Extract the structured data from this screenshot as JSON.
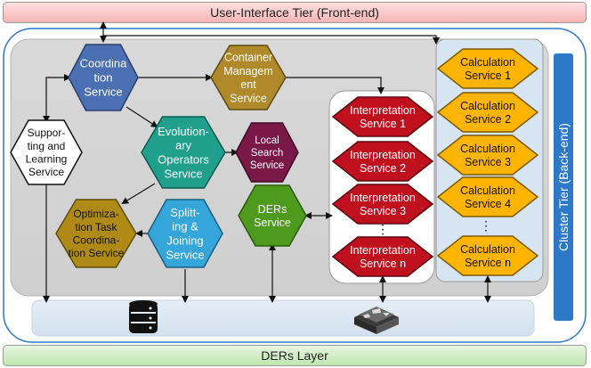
{
  "tiers": {
    "ui": "User-Interface Tier  (Front-end)",
    "ders": "DERs Layer",
    "cluster": "Cluster Tier (Back-end)"
  },
  "services": {
    "coordination": [
      "Coordina",
      "tion",
      "Service"
    ],
    "container": [
      "Container",
      "Managem",
      "ent",
      "Service"
    ],
    "supporting": [
      "Suppor-",
      "ting and",
      "Learning",
      "Service"
    ],
    "evolutionary": [
      "Evolution-",
      "ary",
      "Operators",
      "Service"
    ],
    "local_search": [
      "Local",
      "Search",
      "Service"
    ],
    "ders": [
      "DERs",
      "Service"
    ],
    "optimization": [
      "Optimiza-",
      "tion Task",
      "Coordina-",
      "tion Service"
    ],
    "splitting": [
      "Splitt-",
      "ing &",
      "Joining",
      "Service"
    ]
  },
  "interpretation": [
    [
      "Interpretation",
      "Service 1"
    ],
    [
      "Interpretation",
      "Service 2"
    ],
    [
      "Interpretation",
      "Service 3"
    ],
    [
      "Interpretation",
      "Service n"
    ]
  ],
  "calculation": [
    [
      "Calculation",
      "Service  1"
    ],
    [
      "Calculation",
      "Service  2"
    ],
    [
      "Calculation",
      "Service  3"
    ],
    [
      "Calculation",
      "Service  4"
    ],
    [
      "Calculation",
      "Service  n"
    ]
  ],
  "ellipsis": "⋮",
  "colors": {
    "coordination": "#4a6fb3",
    "container": "#b08a2a",
    "evolutionary": "#1f9f8c",
    "local_search": "#7a1848",
    "ders": "#4e9a1c",
    "optimization": "#b08a16",
    "splitting": "#34a6da",
    "interpretation": "#c0101d",
    "calculation": "#ffb400"
  }
}
